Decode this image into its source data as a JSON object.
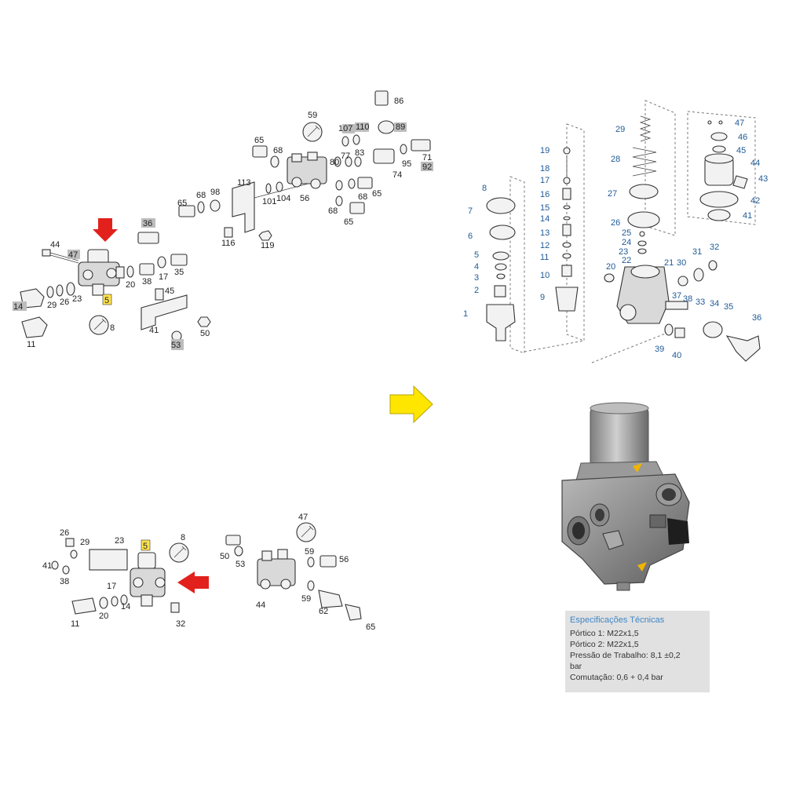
{
  "colors": {
    "arrow_red": "#e2211c",
    "arrow_yellow": "#ffe600",
    "highlight_yellow": "#ffe34d",
    "label_blue": "#1f5a96",
    "highlight_gray": "#bdbdbd",
    "spec_bg": "#e1e1e1",
    "spec_title": "#3f86c6"
  },
  "diagram_top": {
    "labels": {
      "l44": "44",
      "l47": "47",
      "l14": "14",
      "l29": "29",
      "l26": "26",
      "l23": "23",
      "l11": "11",
      "l5": "5",
      "l8": "8",
      "l36": "36",
      "l20": "20",
      "l38": "38",
      "l17": "17",
      "l35": "35",
      "l45": "45",
      "l41": "41",
      "l53": "53",
      "l50": "50",
      "l65a": "65",
      "l68a": "68",
      "l98": "98",
      "l113": "113",
      "l116": "116",
      "l119": "119",
      "l101": "101",
      "l65b": "65",
      "l68b": "68",
      "l59": "59",
      "l104": "104",
      "l56": "56",
      "l80": "80",
      "l107": "107",
      "l110": "110",
      "l77": "77",
      "l83": "83",
      "l86": "86",
      "l89": "89",
      "l95": "95",
      "l71": "71",
      "l92": "92",
      "l74": "74",
      "l68c": "68",
      "l65c": "65",
      "l68d": "68",
      "l65d": "65"
    }
  },
  "diagram_bottom": {
    "labels": {
      "l26": "26",
      "l29": "29",
      "l23": "23",
      "l5": "5",
      "l8": "8",
      "l41": "41",
      "l38": "38",
      "l17": "17",
      "l11": "11",
      "l20": "20",
      "l14": "14",
      "l32": "32",
      "l47": "47",
      "l50": "50",
      "l53": "53",
      "l59a": "59",
      "l56": "56",
      "l44": "44",
      "l59b": "59",
      "l62": "62",
      "l65": "65"
    }
  },
  "exploded_view": {
    "labels": {
      "l8": "8",
      "l7": "7",
      "l6": "6",
      "l5": "5",
      "l4": "4",
      "l3": "3",
      "l2": "2",
      "l1": "1",
      "l19": "19",
      "l18": "18",
      "l17": "17",
      "l16": "16",
      "l15": "15",
      "l14": "14",
      "l13": "13",
      "l12": "12",
      "l11": "11",
      "l10": "10",
      "l9": "9",
      "l29": "29",
      "l28": "28",
      "l27": "27",
      "l26": "26",
      "l25": "25",
      "l24": "24",
      "l23": "23",
      "l22": "22",
      "l21": "21",
      "l20": "20",
      "l30": "30",
      "l31": "31",
      "l32": "32",
      "l37": "37",
      "l38": "38",
      "l33": "33",
      "l34": "34",
      "l35": "35",
      "l36": "36",
      "l39": "39",
      "l40": "40",
      "l47": "47",
      "l46": "46",
      "l45": "45",
      "l44": "44",
      "l43": "43",
      "l42": "42",
      "l41": "41"
    }
  },
  "specs": {
    "title": "Especificações Técnicas",
    "lines": [
      "Pórtico 1: M22x1,5",
      "Pórtico 2: M22x1,5",
      "Pressão de Trabalho: 8,1 ±0,2",
      "bar",
      "Comutação: 0,6 + 0,4 bar"
    ]
  }
}
